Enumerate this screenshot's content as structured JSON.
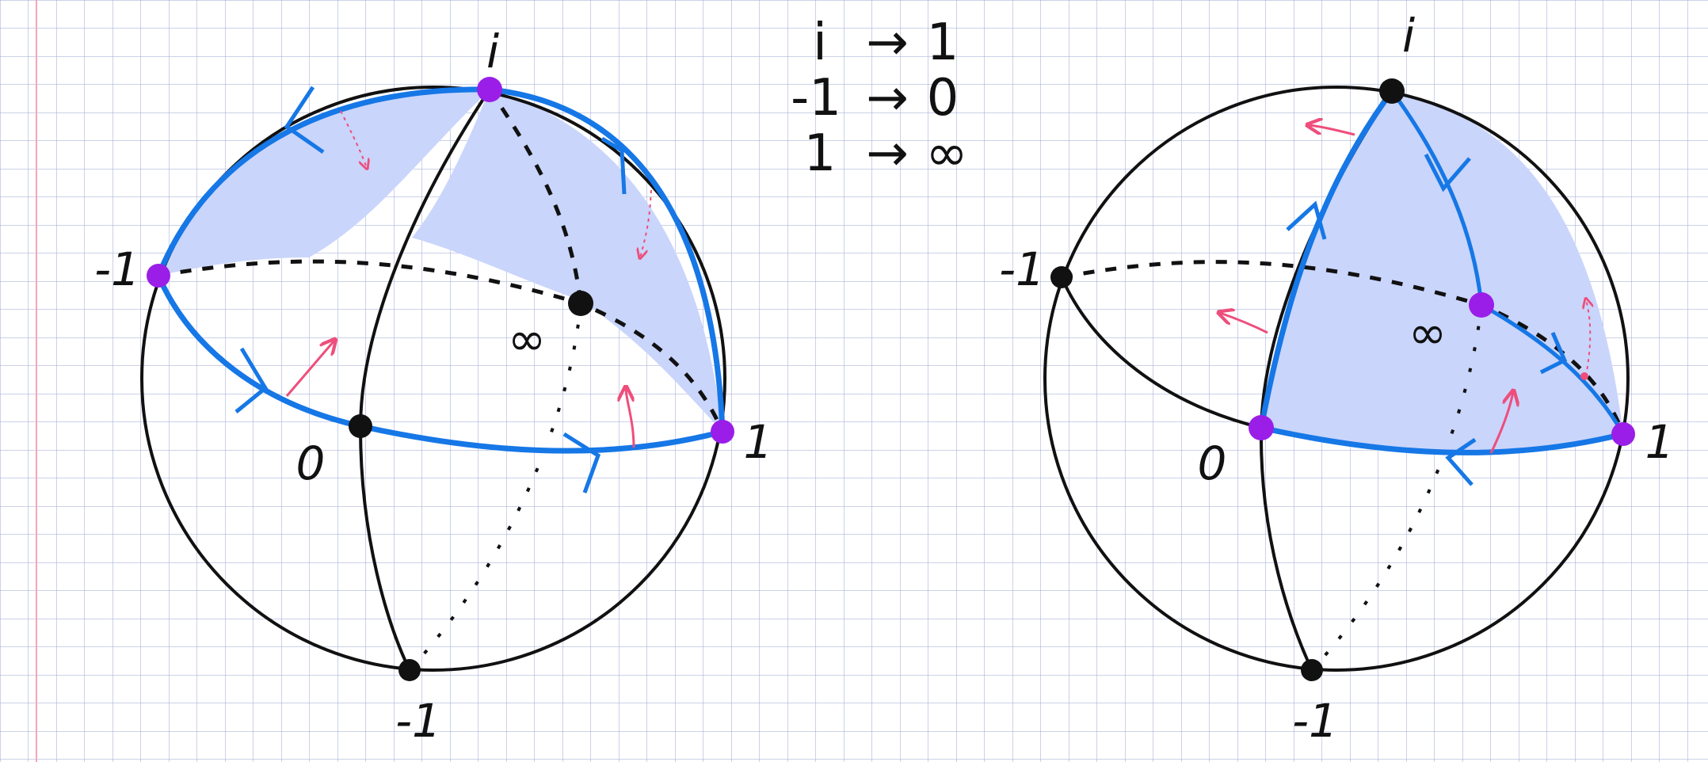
{
  "colors": {
    "paper": "#ffffff",
    "grid": "#9aa6d2",
    "margin": "#f4a6b8",
    "ink": "#111111",
    "path": "#1677e6",
    "fill": "#c9d5fb",
    "vertex": "#9a1ee8",
    "arrow": "#ee4e7c"
  },
  "mapping": {
    "line1": {
      "from": "i",
      "to": "1"
    },
    "line2": {
      "from": "-1",
      "to": "0"
    },
    "line3": {
      "from": "1",
      "to": "∞"
    },
    "arrow": "→"
  },
  "left_sphere": {
    "labels": {
      "top": "i",
      "left": "-1",
      "right": "1",
      "bottom": "-1",
      "front": "0",
      "back": "∞"
    }
  },
  "right_sphere": {
    "labels": {
      "top": "i",
      "left": "-1",
      "right": "1",
      "bottom": "-1",
      "front": "0",
      "back": "∞"
    }
  }
}
